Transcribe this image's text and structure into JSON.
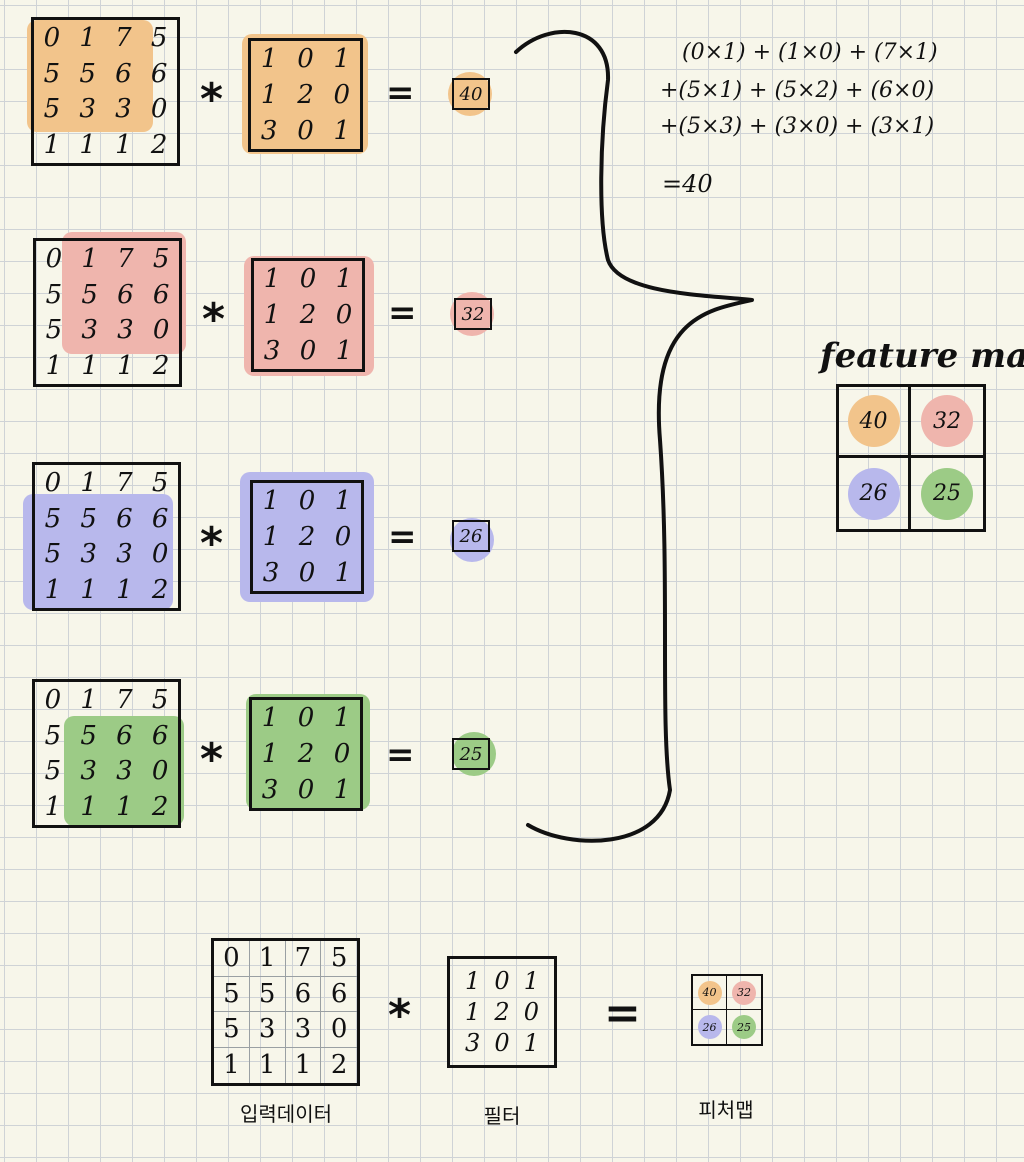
{
  "colors": {
    "orange": "#f2c48b",
    "red": "#efb5ad",
    "blue": "#b8b8ec",
    "green": "#9ccb86"
  },
  "input_matrix": [
    [
      "0",
      "1",
      "7",
      "5"
    ],
    [
      "5",
      "5",
      "6",
      "6"
    ],
    [
      "5",
      "3",
      "3",
      "0"
    ],
    [
      "1",
      "1",
      "1",
      "2"
    ]
  ],
  "filter": [
    [
      "1",
      "0",
      "1"
    ],
    [
      "1",
      "2",
      "0"
    ],
    [
      "3",
      "0",
      "1"
    ]
  ],
  "operator": "*",
  "equals": "=",
  "results": [
    "40",
    "32",
    "26",
    "25"
  ],
  "formula": {
    "line1": "(0×1) + (1×0) + (7×1)",
    "line2": "+(5×1) + (5×2) + (6×0)",
    "line3": "+(5×3) + (3×0) + (3×1)",
    "line4": "=40"
  },
  "feature_map": {
    "title": "feature map",
    "values": [
      "40",
      "32",
      "26",
      "25"
    ]
  },
  "captions": {
    "input": "입력데이터",
    "filter": "필터",
    "featuremap": "피처맵"
  }
}
